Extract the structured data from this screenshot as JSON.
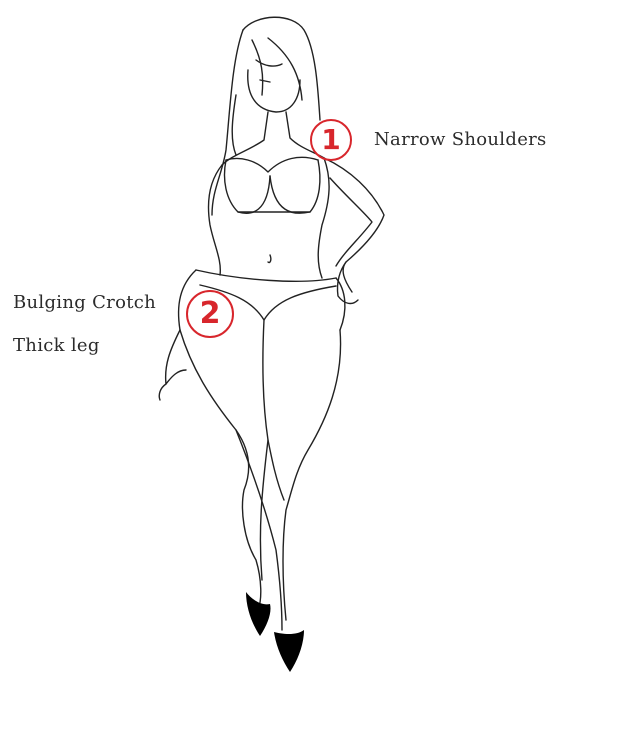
{
  "markers": {
    "one": "1",
    "two": "2"
  },
  "labels": {
    "narrow_shoulders": "Narrow Shoulders",
    "bulging_crotch": "Bulging Crotch",
    "thick_leg": "Thick leg"
  },
  "colors": {
    "marker": "#d8262c",
    "line": "#222222",
    "text": "#2b2b2b",
    "shoe": "#000000"
  },
  "icons": {
    "figure": "body-shape-line-drawing"
  }
}
